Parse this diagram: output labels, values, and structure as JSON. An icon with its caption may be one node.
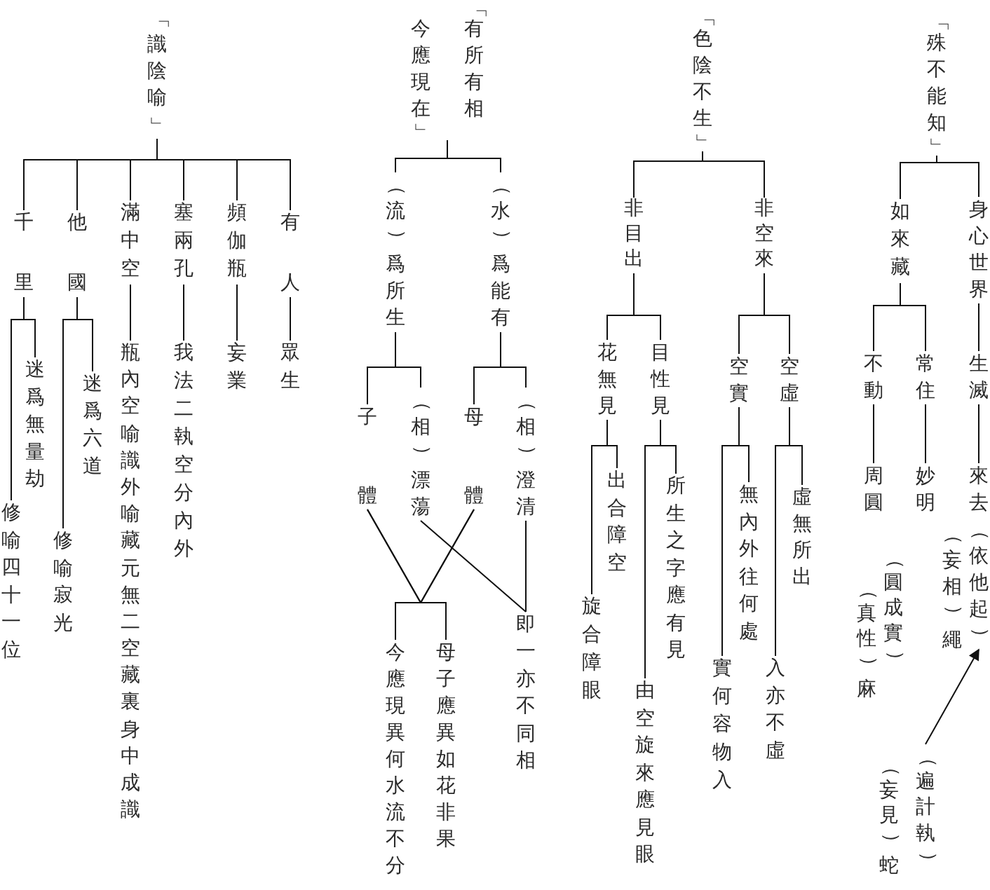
{
  "diagram": {
    "nodes": [
      {
        "text": [
          "「識陰喻」"
        ]
      },
      {
        "text": [
          "千里"
        ]
      },
      {
        "text": [
          "他國"
        ]
      },
      {
        "text": [
          "滿中空"
        ]
      },
      {
        "text": [
          "塞兩孔"
        ]
      },
      {
        "text": [
          "頻伽瓶"
        ]
      },
      {
        "text": [
          "有人"
        ]
      },
      {
        "text": [
          "迷爲無量劫"
        ]
      },
      {
        "text": [
          "修喻四十一位"
        ]
      },
      {
        "text": [
          "迷爲六道"
        ]
      },
      {
        "text": [
          "修喻寂光"
        ]
      },
      {
        "text": [
          "瓶內空喻識外喻藏元無二空藏裏身中成識"
        ]
      },
      {
        "text": [
          "我法二執空分內外"
        ]
      },
      {
        "text": [
          "妄業"
        ]
      },
      {
        "text": [
          "眾生"
        ]
      },
      {
        "text": [
          "「有所有相",
          "今應現在」"
        ]
      },
      {
        "text": [
          "（流）爲所生"
        ]
      },
      {
        "text": [
          "（水）爲能有"
        ]
      },
      {
        "text": [
          "子",
          "體"
        ]
      },
      {
        "text": [
          "（相）漂蕩"
        ]
      },
      {
        "text": [
          "母",
          "體"
        ]
      },
      {
        "text": [
          "（相）澄清"
        ]
      },
      {
        "text": [
          "今應現異何水流不分"
        ]
      },
      {
        "text": [
          "母子應異如花非果"
        ]
      },
      {
        "text": [
          "即一亦不同相"
        ]
      },
      {
        "text": [
          "「色陰不生」"
        ]
      },
      {
        "text": [
          "非目出"
        ]
      },
      {
        "text": [
          "非空來"
        ]
      },
      {
        "text": [
          "花無見"
        ]
      },
      {
        "text": [
          "目性見"
        ]
      },
      {
        "text": [
          "空實"
        ]
      },
      {
        "text": [
          "空虛"
        ]
      },
      {
        "text": [
          "出合障空"
        ]
      },
      {
        "text": [
          "旋合障眼"
        ]
      },
      {
        "text": [
          "所生之字應有見"
        ]
      },
      {
        "text": [
          "由空旋來應見眼"
        ]
      },
      {
        "text": [
          "無內外往何處"
        ]
      },
      {
        "text": [
          "實何容物入"
        ]
      },
      {
        "text": [
          "虛無所出"
        ]
      },
      {
        "text": [
          "入亦不虛"
        ]
      },
      {
        "text": [
          "「殊不能知」"
        ]
      },
      {
        "text": [
          "如來藏"
        ]
      },
      {
        "text": [
          "身心世界"
        ]
      },
      {
        "text": [
          "不動"
        ]
      },
      {
        "text": [
          "常住"
        ]
      },
      {
        "text": [
          "生滅"
        ]
      },
      {
        "text": [
          "周圓"
        ]
      },
      {
        "text": [
          "妙明"
        ]
      },
      {
        "text": [
          "來去"
        ]
      },
      {
        "text": [
          "（依他起）"
        ]
      },
      {
        "text": [
          "（遍計執）"
        ]
      }
    ],
    "edges": [
      {
        "from": 0,
        "to": 1,
        "arrow": "none"
      },
      {
        "from": 0,
        "to": 2,
        "arrow": "none"
      },
      {
        "from": 0,
        "to": 3,
        "arrow": "none"
      },
      {
        "from": 0,
        "to": 4,
        "arrow": "none"
      },
      {
        "from": 0,
        "to": 5,
        "arrow": "none"
      },
      {
        "from": 0,
        "to": 6,
        "arrow": "none"
      },
      {
        "from": 1,
        "to": 7,
        "arrow": "none"
      },
      {
        "from": 1,
        "to": 8,
        "arrow": "none"
      },
      {
        "from": 2,
        "to": 9,
        "arrow": "none"
      },
      {
        "from": 2,
        "to": 10,
        "arrow": "none"
      },
      {
        "from": 3,
        "to": 11,
        "arrow": "none"
      },
      {
        "from": 4,
        "to": 12,
        "arrow": "none"
      },
      {
        "from": 5,
        "to": 13,
        "arrow": "none"
      },
      {
        "from": 6,
        "to": 14,
        "arrow": "none"
      },
      {
        "from": 15,
        "to": 16,
        "arrow": "none"
      },
      {
        "from": 15,
        "to": 17,
        "arrow": "none"
      },
      {
        "from": 16,
        "to": 18,
        "arrow": "none"
      },
      {
        "from": 16,
        "to": 19,
        "arrow": "none"
      },
      {
        "from": 17,
        "to": 20,
        "arrow": "none"
      },
      {
        "from": 17,
        "to": 21,
        "arrow": "none"
      },
      {
        "from": 18,
        "to": 22,
        "arrow": "none"
      },
      {
        "from": 18,
        "to": 23,
        "arrow": "none"
      },
      {
        "from": 20,
        "to": 22,
        "arrow": "none"
      },
      {
        "from": 20,
        "to": 23,
        "arrow": "none"
      },
      {
        "from": 19,
        "to": 24,
        "arrow": "none"
      },
      {
        "from": 21,
        "to": 24,
        "arrow": "none"
      },
      {
        "from": 25,
        "to": 26,
        "arrow": "none"
      },
      {
        "from": 25,
        "to": 27,
        "arrow": "none"
      },
      {
        "from": 26,
        "to": 28,
        "arrow": "none"
      },
      {
        "from": 26,
        "to": 29,
        "arrow": "none"
      },
      {
        "from": 27,
        "to": 30,
        "arrow": "none"
      },
      {
        "from": 27,
        "to": 31,
        "arrow": "none"
      },
      {
        "from": 28,
        "to": 32,
        "arrow": "none"
      },
      {
        "from": 28,
        "to": 33,
        "arrow": "none"
      },
      {
        "from": 29,
        "to": 34,
        "arrow": "none"
      },
      {
        "from": 29,
        "to": 35,
        "arrow": "none"
      },
      {
        "from": 30,
        "to": 36,
        "arrow": "none"
      },
      {
        "from": 30,
        "to": 37,
        "arrow": "none"
      },
      {
        "from": 31,
        "to": 38,
        "arrow": "none"
      },
      {
        "from": 31,
        "to": 39,
        "arrow": "none"
      },
      {
        "from": 40,
        "to": 41,
        "arrow": "none"
      },
      {
        "from": 40,
        "to": 42,
        "arrow": "none"
      },
      {
        "from": 41,
        "to": 43,
        "arrow": "none"
      },
      {
        "from": 41,
        "to": 44,
        "arrow": "none"
      },
      {
        "from": 42,
        "to": 45,
        "arrow": "none"
      },
      {
        "from": 43,
        "to": 46,
        "arrow": "none"
      },
      {
        "from": 44,
        "to": 47,
        "arrow": "none"
      },
      {
        "from": 45,
        "to": 48,
        "arrow": "none"
      },
      {
        "from": 50,
        "to": 49,
        "arrow": "to"
      }
    ],
    "labels": [
      "（妄相）繩",
      "（圓成實）",
      "（真性）麻",
      "（妄見）蛇"
    ]
  }
}
